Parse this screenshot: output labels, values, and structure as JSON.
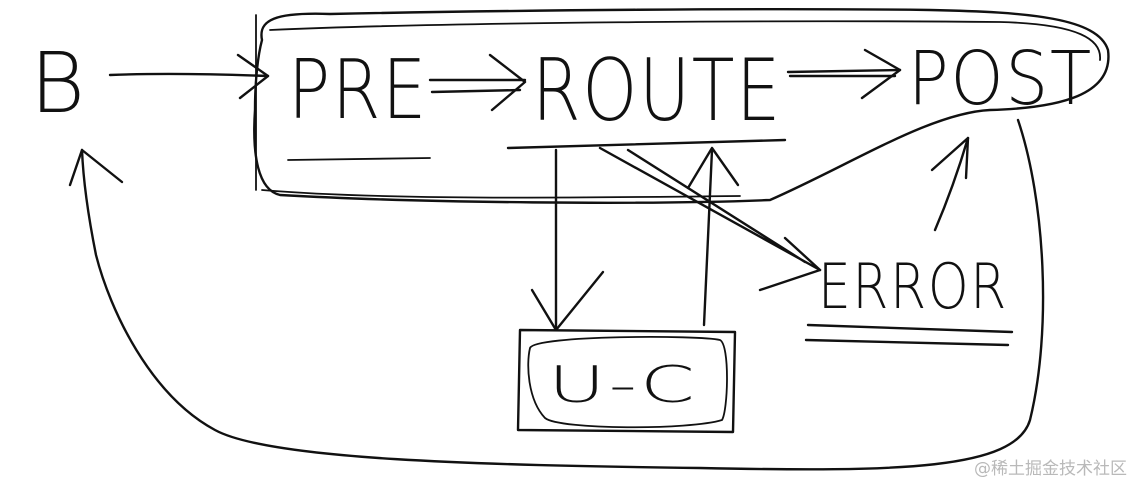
{
  "diagram": {
    "nodes": {
      "b": "B",
      "pre": "PRE",
      "route": "ROUTE",
      "post": "POST",
      "error": "ERROR",
      "uc": "U-C"
    },
    "edges": [
      {
        "from": "b",
        "to": "pre"
      },
      {
        "from": "pre",
        "to": "route"
      },
      {
        "from": "route",
        "to": "post"
      },
      {
        "from": "route",
        "to": "uc"
      },
      {
        "from": "uc",
        "to": "route"
      },
      {
        "from": "route",
        "to": "error"
      },
      {
        "from": "error",
        "to": "post"
      },
      {
        "from": "post",
        "to": "b"
      }
    ],
    "ink_color": "#111111"
  },
  "watermark": "@稀土掘金技术社区"
}
